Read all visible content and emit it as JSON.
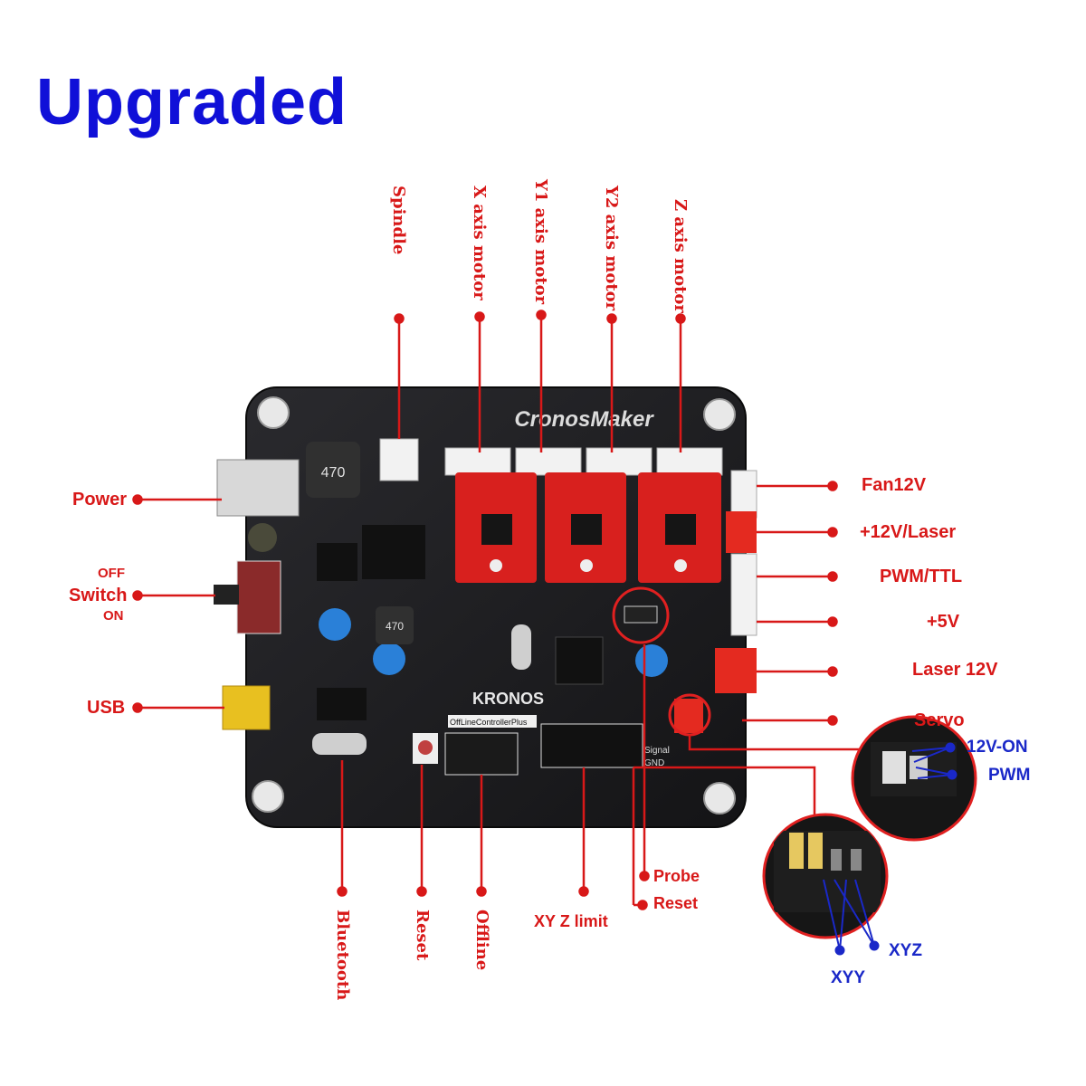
{
  "title": "Upgraded",
  "board": {
    "brand": "CronosMaker",
    "logo": "KRONOS",
    "controller_label": "OffLineControllerPlus",
    "signal": "Signal",
    "gnd": "GND",
    "inductor1": "470",
    "inductor2": "470"
  },
  "labels_top": {
    "spindle": "Spindle",
    "x_motor": "X axis motor",
    "y1_motor": "Y1 axis motor",
    "y2_motor": "Y2 axis motor",
    "z_motor": "Z axis motor"
  },
  "labels_left": {
    "power": "Power",
    "switch_off": "OFF",
    "switch": "Switch",
    "switch_on": "ON",
    "usb": "USB"
  },
  "labels_right": {
    "fan": "Fan12V",
    "laser_plus": "+12V/Laser",
    "pwm_ttl": "PWM/TTL",
    "plus5v": "+5V",
    "laser12": "Laser 12V",
    "servo": "Servo"
  },
  "labels_bottom": {
    "bluetooth": "Bluetooth",
    "reset1": "Reset",
    "offline": "Offline",
    "xyz_limit": "XY Z limit",
    "probe": "Probe",
    "reset2": "Reset"
  },
  "insets": {
    "on12v": "12V-ON",
    "pwm": "PWM",
    "xyz": "XYZ",
    "xyy": "XYY"
  },
  "colors": {
    "title": "#1010d8",
    "label": "#d81818",
    "inset_label": "#1a28c8",
    "board": "#1c1c1e",
    "driver": "#d8201e"
  }
}
